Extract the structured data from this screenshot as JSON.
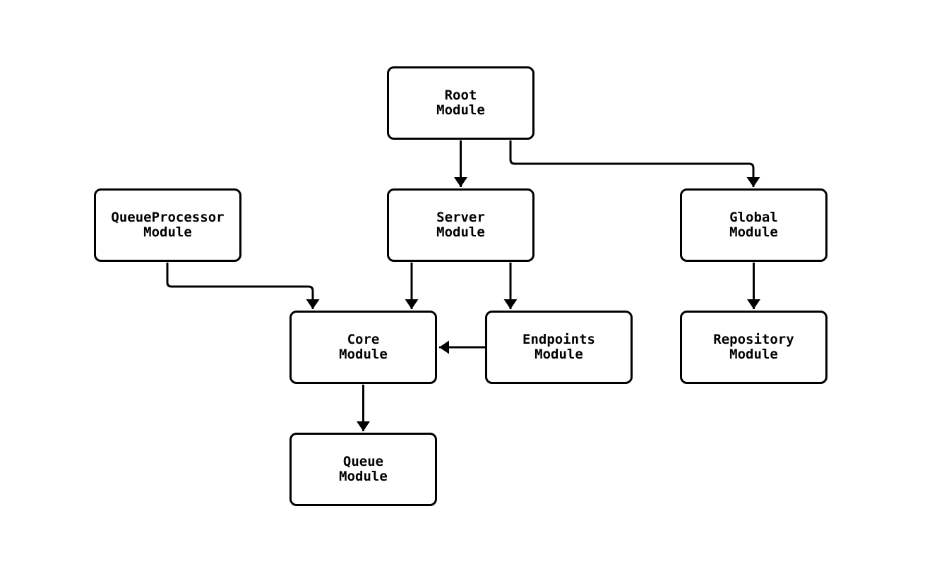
{
  "diagram": {
    "title": "module-dependency-diagram",
    "background_color": "#ffffff",
    "node_fill_color": "#ffffff",
    "node_border_color": "#000000",
    "edge_color": "#000000",
    "text_color": "#000000",
    "nodes": [
      {
        "id": "root",
        "label": "Root\nModule"
      },
      {
        "id": "queueprocessor",
        "label": "QueueProcessor\nModule"
      },
      {
        "id": "server",
        "label": "Server\nModule"
      },
      {
        "id": "global",
        "label": "Global\nModule"
      },
      {
        "id": "core",
        "label": "Core\nModule"
      },
      {
        "id": "endpoints",
        "label": "Endpoints\nModule"
      },
      {
        "id": "repository",
        "label": "Repository\nModule"
      },
      {
        "id": "queue",
        "label": "Queue\nModule"
      }
    ],
    "edges": [
      {
        "from": "root",
        "to": "server"
      },
      {
        "from": "root",
        "to": "global"
      },
      {
        "from": "queueprocessor",
        "to": "core"
      },
      {
        "from": "server",
        "to": "core"
      },
      {
        "from": "server",
        "to": "endpoints"
      },
      {
        "from": "endpoints",
        "to": "core"
      },
      {
        "from": "global",
        "to": "repository"
      },
      {
        "from": "core",
        "to": "queue"
      }
    ]
  }
}
